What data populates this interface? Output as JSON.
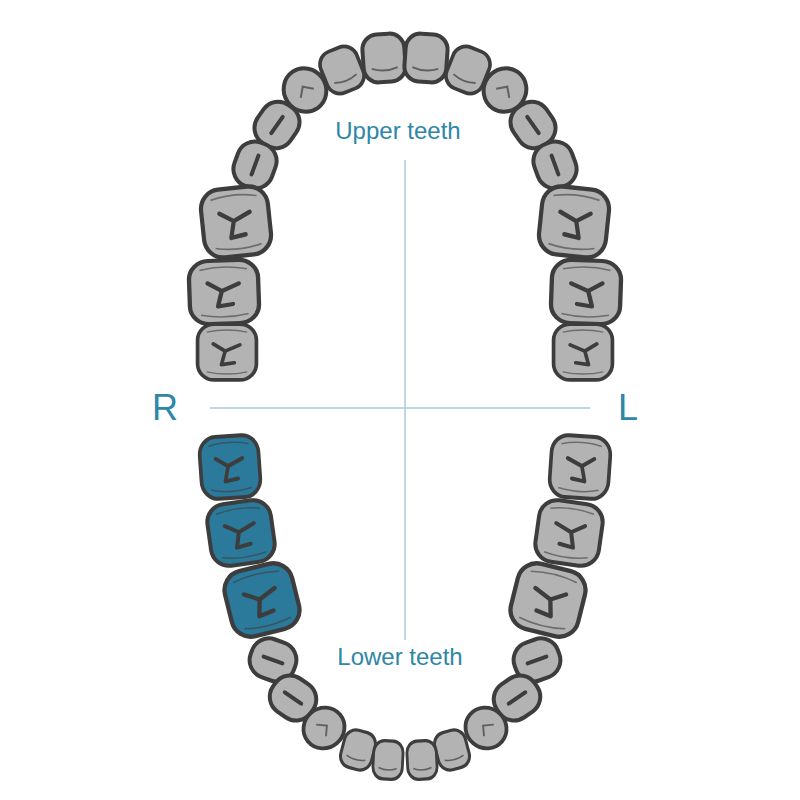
{
  "diagram": {
    "labels": [
      "Upper teeth",
      "R",
      "L",
      "Lower teeth"
    ]
  }
}
